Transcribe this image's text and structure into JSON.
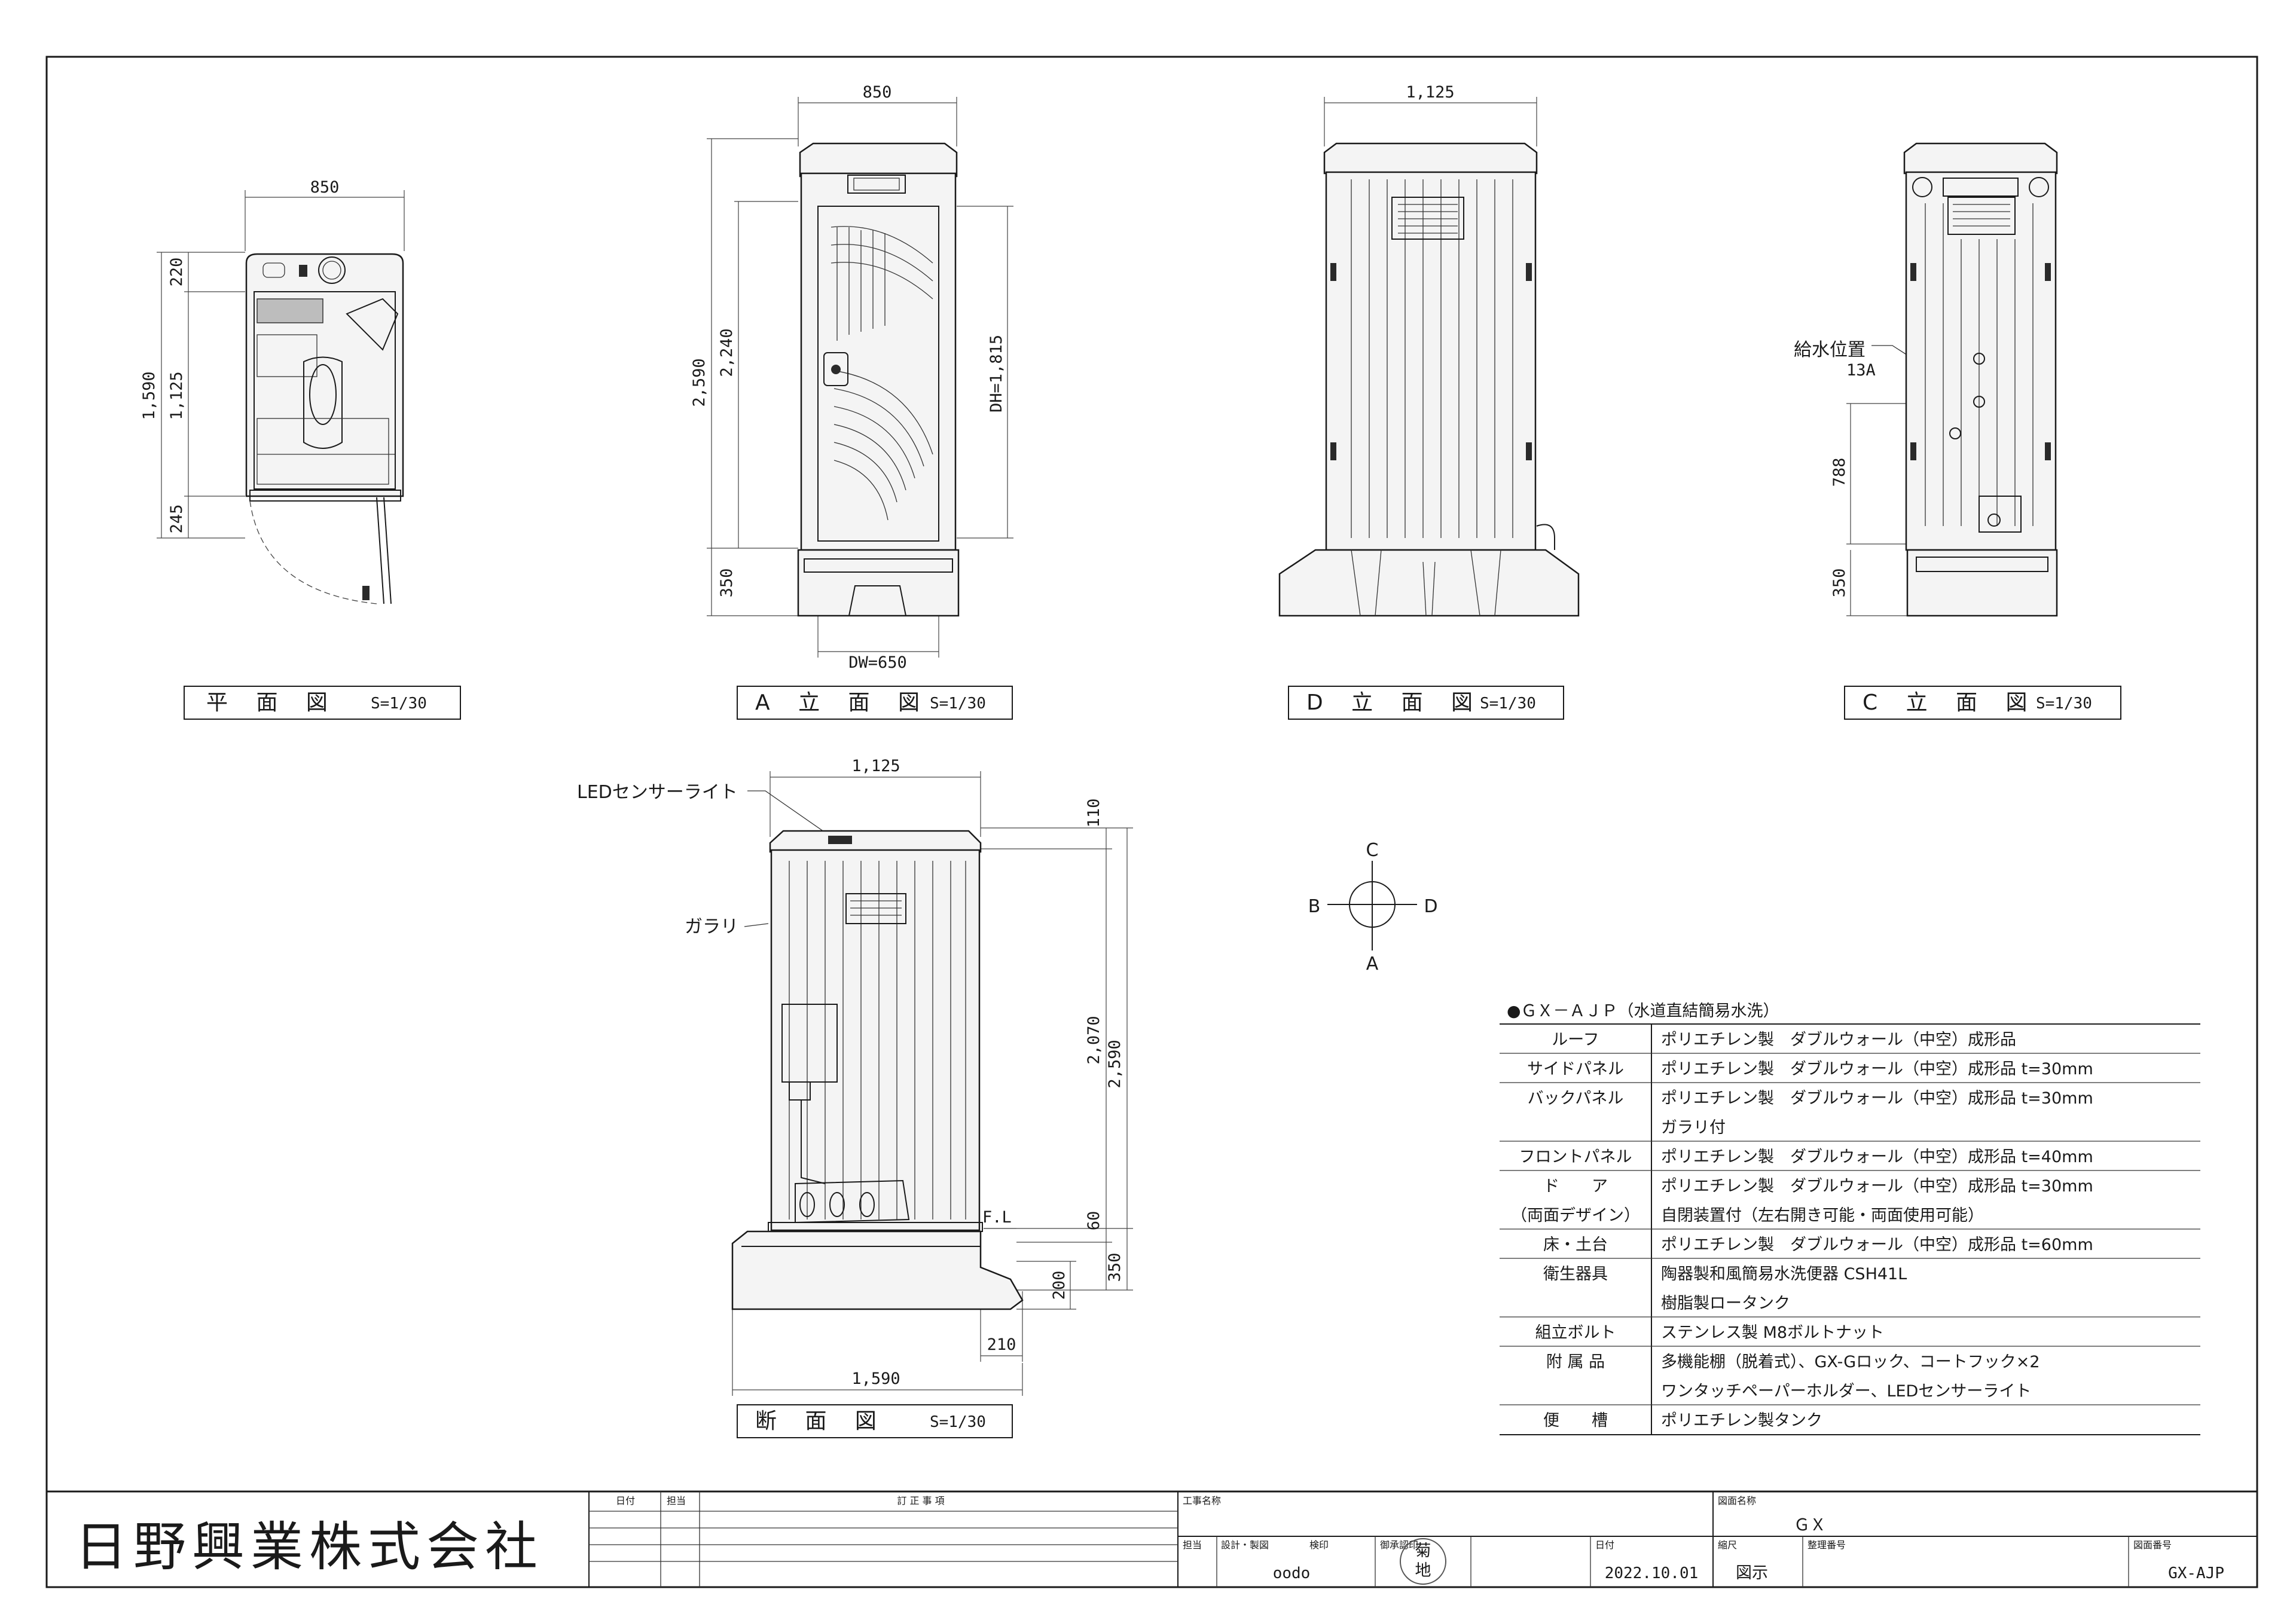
{
  "views": {
    "plan": {
      "title": "平 面 図",
      "scale": "S=1/30",
      "dims": {
        "width": "850",
        "depth_total": "1,590",
        "roof": "220",
        "interior": "1,125",
        "front": "245"
      }
    },
    "a": {
      "title": "A 立 面 図",
      "scale": "S=1/30",
      "dims": {
        "width": "850",
        "total_h": "2,590",
        "body_h": "2,240",
        "door_h": "DH=1,815",
        "base_h": "350",
        "door_w": "DW=650"
      }
    },
    "d": {
      "title": "D 立 面 図",
      "scale": "S=1/30",
      "dims": {
        "width": "1,125"
      }
    },
    "c": {
      "title": "C 立 面 図",
      "scale": "S=1/30",
      "dims": {
        "supply_h": "788",
        "base_h": "350"
      },
      "water_supply_label": "給水位置",
      "water_supply_size": "13A"
    },
    "section": {
      "title": "断 面 図",
      "scale": "S=1/30",
      "led_label": "LEDセンサーライト",
      "louver_label": "ガラリ",
      "fl_label": "F.L",
      "dims": {
        "width": "1,125",
        "top": "110",
        "inner_h": "2,070",
        "total_h": "2,590",
        "floor": "60",
        "base_h": "350",
        "tank_h": "200",
        "tank_w": "210",
        "overall_w": "1,590"
      }
    }
  },
  "compass": {
    "north": "C",
    "south": "A",
    "west": "B",
    "east": "D"
  },
  "spec": {
    "title": "●ＧＸ－ＡＪＰ（水道直結簡易水洗）",
    "rows": [
      {
        "label": "ルーフ",
        "lines": [
          "ポリエチレン製　ダブルウォール（中空）成形品"
        ]
      },
      {
        "label": "サイドパネル",
        "lines": [
          "ポリエチレン製　ダブルウォール（中空）成形品 t=30mm"
        ]
      },
      {
        "label": "バックパネル",
        "lines": [
          "ポリエチレン製　ダブルウォール（中空）成形品 t=30mm",
          "ガラリ付"
        ]
      },
      {
        "label": "フロントパネル",
        "lines": [
          "ポリエチレン製　ダブルウォール（中空）成形品 t=40mm"
        ]
      },
      {
        "label": "ド　　ア",
        "label2": "（両面デザイン）",
        "lines": [
          "ポリエチレン製　ダブルウォール（中空）成形品 t=30mm",
          "自閉装置付（左右開き可能・両面使用可能）"
        ]
      },
      {
        "label": "床・土台",
        "lines": [
          "ポリエチレン製　ダブルウォール（中空）成形品 t=60mm"
        ]
      },
      {
        "label": "衛生器具",
        "lines": [
          "陶器製和風簡易水洗便器 CSH41L",
          "樹脂製ロータンク"
        ]
      },
      {
        "label": "組立ボルト",
        "lines": [
          "ステンレス製 M8ボルトナット"
        ]
      },
      {
        "label": "附 属 品",
        "lines": [
          "多機能棚（脱着式）、GX-Gロック、コートフック×2",
          "ワンタッチペーパーホルダー、LEDセンサーライト"
        ]
      },
      {
        "label": "便　　槽",
        "lines": [
          "ポリエチレン製タンク"
        ]
      }
    ]
  },
  "titleblock": {
    "company": "日野興業株式会社",
    "h_date": "日付",
    "h_check": "担当",
    "h_revision": "訂 正 事 項",
    "h_project": "工事名称",
    "h_drawing_name": "図面名称",
    "drawing_name": "ＧＸ",
    "h_designer": "担当",
    "h_design": "設計・製図",
    "h_inspect": "検印",
    "h_approve": "御承認印",
    "h_date2": "日付",
    "h_scale": "縮尺",
    "h_mgmt": "整理番号",
    "h_number": "図面番号",
    "designer": "oodo",
    "stamp": [
      "菊",
      "地"
    ],
    "date": "2022.10.01",
    "scale": "図示",
    "number": "GX-AJP"
  }
}
